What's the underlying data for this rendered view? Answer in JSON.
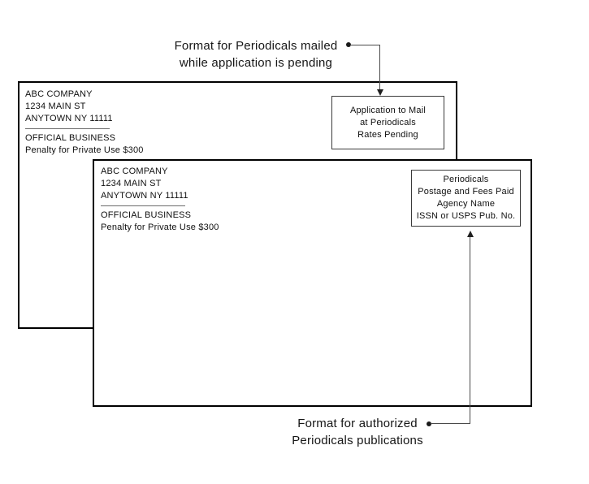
{
  "caption_pending": {
    "line1": "Format for Periodicals mailed",
    "line2": "while application is pending"
  },
  "caption_authorized": {
    "line1": "Format for authorized",
    "line2": "Periodicals publications"
  },
  "envelope_pending": {
    "return_address": [
      "ABC COMPANY",
      "1234 MAIN ST",
      "ANYTOWN NY 11111"
    ],
    "official": [
      "OFFICIAL BUSINESS",
      "Penalty for Private Use $300"
    ],
    "imprint": [
      "Application to Mail",
      "at Periodicals",
      "Rates Pending"
    ]
  },
  "envelope_authorized": {
    "return_address": [
      "ABC COMPANY",
      "1234 MAIN ST",
      "ANYTOWN NY 11111"
    ],
    "official": [
      "OFFICIAL BUSINESS",
      "Penalty for Private Use $300"
    ],
    "imprint": [
      "Periodicals",
      "Postage and Fees Paid",
      "Agency Name",
      "ISSN or USPS Pub. No."
    ]
  },
  "colors": {
    "background": "#ffffff",
    "envelope_border": "#000000",
    "imprint_border": "#3a3a3a",
    "connector_line": "#4a4a4a",
    "text": "#111111"
  }
}
